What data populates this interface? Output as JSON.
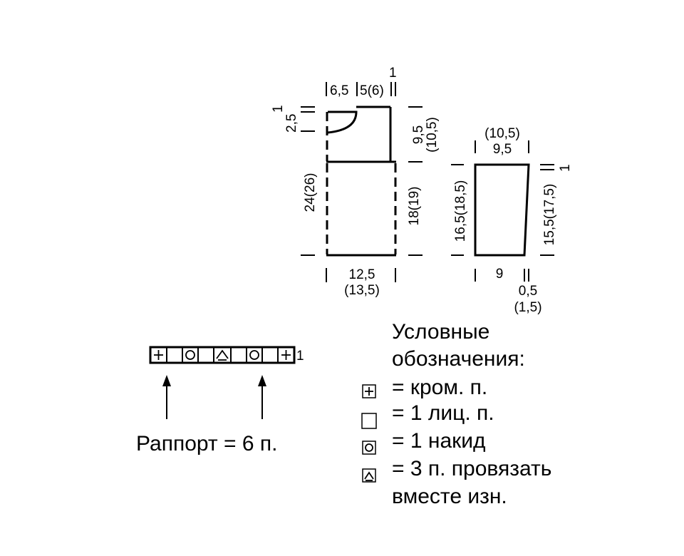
{
  "body_piece": {
    "top_left_width": "6,5",
    "top_right_width": "5(6)",
    "top_right_gap": "1",
    "left_gap": "1",
    "neck_depth": "2,5",
    "left_height": "24(26)",
    "armhole_height": "9,5",
    "armhole_height_alt": "(10,5)",
    "side_height": "18(19)",
    "bottom_width": "12,5",
    "bottom_width_alt": "(13,5)"
  },
  "sleeve_piece": {
    "top_width_alt": "(10,5)",
    "top_width": "9,5",
    "top_right_gap": "1",
    "left_height": "16,5(18,5)",
    "right_height": "15,5(17,5)",
    "bottom_width": "9",
    "bottom_gap": "0,5",
    "bottom_gap_alt": "(1,5)"
  },
  "chart": {
    "row_number": "1",
    "rapport_label": "Раппорт = 6 п."
  },
  "legend": {
    "title_line1": "Условные",
    "title_line2": "обозначения:",
    "items": [
      {
        "icon": "plus-box-icon",
        "text": "= кром. п."
      },
      {
        "icon": "empty-box-icon",
        "text": "= 1 лиц. п."
      },
      {
        "icon": "circle-box-icon",
        "text": "= 1 накид"
      },
      {
        "icon": "triangle-box-icon",
        "text": "= 3 п. провязать"
      }
    ],
    "last_line": "вместе изн."
  }
}
